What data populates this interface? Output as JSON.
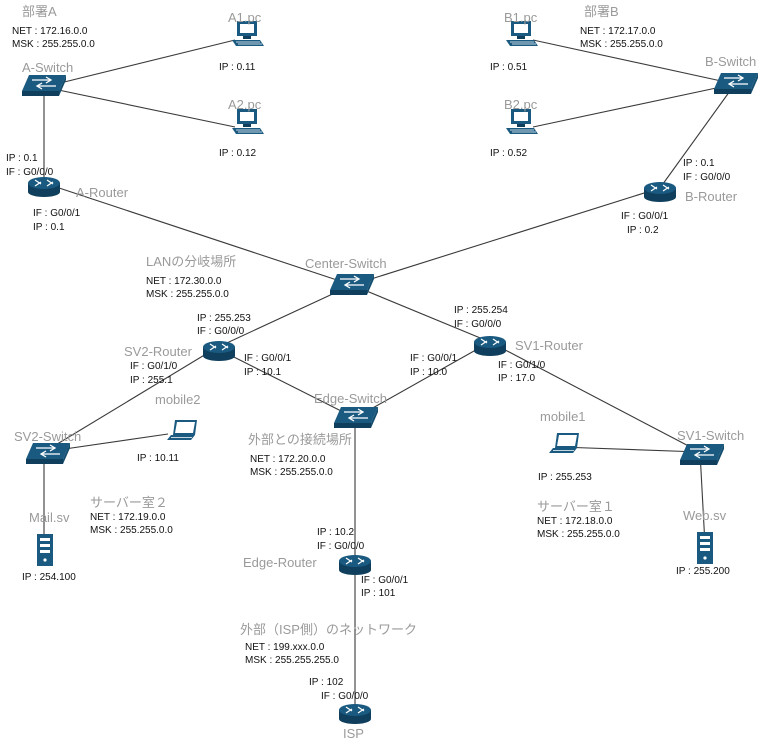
{
  "colors": {
    "device": "#1a5a80",
    "device_dark": "#0f3f5c",
    "link": "#3a3a3a",
    "label": "#9a9a9a",
    "text": "#111111"
  },
  "devices": {
    "a_switch": {
      "name": "A-Switch",
      "icon": "switch-icon"
    },
    "a1_pc": {
      "name": "A1.pc",
      "ip": "IP : 0.11",
      "icon": "pc-icon"
    },
    "a2_pc": {
      "name": "A2.pc",
      "ip": "IP : 0.12",
      "icon": "pc-icon"
    },
    "a_router": {
      "name": "A-Router",
      "icon": "router-icon"
    },
    "b_switch": {
      "name": "B-Switch",
      "icon": "switch-icon"
    },
    "b1_pc": {
      "name": "B1.pc",
      "ip": "IP : 0.51",
      "icon": "pc-icon"
    },
    "b2_pc": {
      "name": "B2.pc",
      "ip": "IP : 0.52",
      "icon": "pc-icon"
    },
    "b_router": {
      "name": "B-Router",
      "icon": "router-icon"
    },
    "center_switch": {
      "name": "Center-Switch",
      "icon": "switch-icon"
    },
    "sv2_router": {
      "name": "SV2-Router",
      "icon": "router-icon"
    },
    "sv1_router": {
      "name": "SV1-Router",
      "icon": "router-icon"
    },
    "sv2_switch": {
      "name": "SV2-Switch",
      "icon": "switch-icon"
    },
    "mobile2": {
      "name": "mobile2",
      "ip": "IP : 10.11",
      "icon": "laptop-icon"
    },
    "edge_switch": {
      "name": "Edge-Switch",
      "icon": "switch-icon"
    },
    "mobile1": {
      "name": "mobile1",
      "ip": "IP : 255.253",
      "icon": "laptop-icon"
    },
    "sv1_switch": {
      "name": "SV1-Switch",
      "icon": "switch-icon"
    },
    "mail_sv": {
      "name": "Mail.sv",
      "ip": "IP : 254.100",
      "icon": "server-icon"
    },
    "web_sv": {
      "name": "Web.sv",
      "ip": "IP : 255.200",
      "icon": "server-icon"
    },
    "edge_router": {
      "name": "Edge-Router",
      "icon": "router-icon"
    },
    "isp": {
      "name": "ISP",
      "icon": "router-icon"
    }
  },
  "segments": {
    "dept_a": {
      "title": "部署A",
      "net": "NET : 172.16.0.0",
      "msk": "MSK : 255.255.0.0"
    },
    "dept_b": {
      "title": "部署B",
      "net": "NET : 172.17.0.0",
      "msk": "MSK : 255.255.0.0"
    },
    "lan_branch": {
      "title": "LANの分岐場所",
      "net": "NET : 172.30.0.0",
      "msk": "MSK : 255.255.0.0"
    },
    "external_connect": {
      "title": "外部との接続場所",
      "net": "NET : 172.20.0.0",
      "msk": "MSK : 255.255.0.0"
    },
    "server_room2": {
      "title": "サーバー室２",
      "net": "NET : 172.19.0.0",
      "msk": "MSK : 255.255.0.0"
    },
    "server_room1": {
      "title": "サーバー室１",
      "net": "NET : 172.18.0.0",
      "msk": "MSK : 255.255.0.0"
    },
    "isp_network": {
      "title": "外部（ISP側）のネットワーク",
      "net": "NET : 199.xxx.0.0",
      "msk": "MSK : 255.255.255.0"
    }
  },
  "interfaces": {
    "a_router_g000": {
      "ip": "IP : 0.1",
      "if": "IF : G0/0/0"
    },
    "a_router_g001": {
      "if": "IF : G0/0/1",
      "ip": "IP : 0.1"
    },
    "b_router_g000": {
      "ip": "IP : 0.1",
      "if": "IF : G0/0/0"
    },
    "b_router_g001": {
      "if": "IF : G0/0/1",
      "ip": "IP : 0.2"
    },
    "sv2_router_g000": {
      "ip": "IP : 255.253",
      "if": "IF : G0/0/0"
    },
    "sv2_router_g010": {
      "if": "IF : G0/1/0",
      "ip": "IP : 255.1"
    },
    "sv2_router_g001": {
      "if": "IF : G0/0/1",
      "ip": "IP : 10.1"
    },
    "sv1_router_g000": {
      "ip": "IP : 255.254",
      "if": "IF : G0/0/0"
    },
    "sv1_router_g001": {
      "if": "IF : G0/0/1",
      "ip": "IP : 10.0"
    },
    "sv1_router_g010": {
      "if": "IF : G0/1/0",
      "ip": "IP : 17.0"
    },
    "edge_router_g000": {
      "ip": "IP : 10.2",
      "if": "IF : G0/0/0"
    },
    "edge_router_g001": {
      "if": "IF : G0/0/1",
      "ip": "IP : 101"
    },
    "isp_g000": {
      "ip": "IP : 102",
      "if": "IF : G0/0/0"
    }
  }
}
